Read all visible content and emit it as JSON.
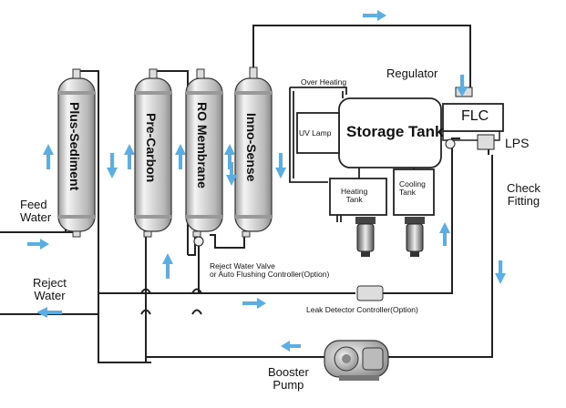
{
  "filters": {
    "f1": "Plus-Sediment",
    "f2": "Pre-Carbon",
    "f3": "RO Membrane",
    "f4": "Inno-Sense"
  },
  "tank": {
    "storage": "Storage Tank",
    "over_heating": "Over Heating",
    "uv_lamp": "UV Lamp",
    "heating": "Heating\nTank",
    "cooling": "Cooling\nTank"
  },
  "controls": {
    "regulator": "Regulator",
    "flc": "FLC",
    "lps": "LPS",
    "check_fitting": "Check\nFitting",
    "reject_valve": "Reject Water Valve\nor Auto Flushing Controller(Option)",
    "leak_detector": "Leak Detector Controller(Option)"
  },
  "flows": {
    "feed": "Feed\nWater",
    "reject": "Reject\nWater",
    "booster": "Booster\nPump"
  },
  "colors": {
    "arrow": "#5aaee3",
    "pipe": "#222222"
  }
}
